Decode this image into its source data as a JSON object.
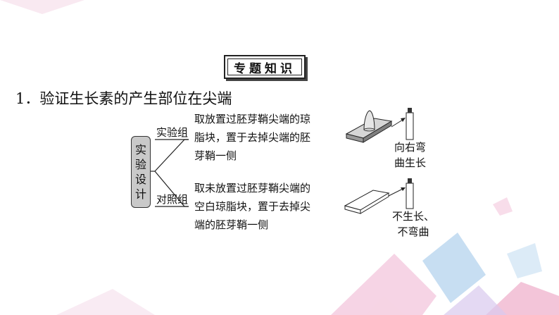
{
  "badge": {
    "text": "专题知识"
  },
  "heading": {
    "text": "1．验证生长素的产生部位在尖端"
  },
  "diagram": {
    "vertical_label": [
      "实",
      "验",
      "设",
      "计"
    ],
    "experimental": {
      "label": "实验组",
      "lines": [
        "取放置过胚芽鞘尖端的琼",
        "脂块，置于去掉尖端的胚",
        "芽鞘一侧"
      ],
      "result": [
        "向右弯",
        "曲生长"
      ]
    },
    "control": {
      "label": "对照组",
      "lines": [
        "取未放置过胚芽鞘尖端的",
        "空白琼脂块，置于去掉尖",
        "端的胚芽鞘一侧"
      ],
      "result": [
        "不生长、",
        "不弯曲"
      ]
    }
  },
  "colors": {
    "label_fill": "#c9c9c9",
    "agar_top": "#d6d6d6",
    "agar_side": "#9a9a9a"
  }
}
